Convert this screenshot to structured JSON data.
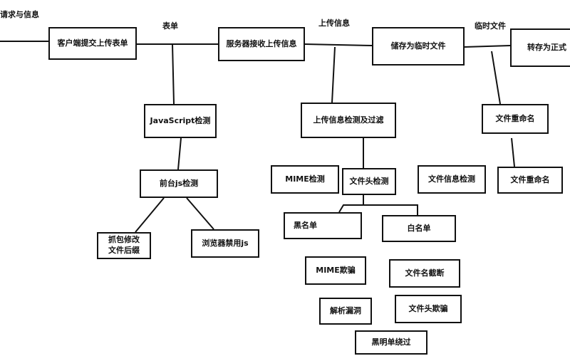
{
  "diagram": {
    "edge_labels": {
      "request_info": "请求与信息",
      "form": "表单",
      "upload_info": "上传信息",
      "temp_file": "临时文件"
    },
    "nodes": {
      "client_submit": "客户端提交上传表单",
      "server_receive": "服务器接收上传信息",
      "store_temp": "储存为临时文件",
      "save_formal": "转存为正式",
      "js_check": "JavaScript检测",
      "upload_check_filter": "上传信息检测及过滤",
      "file_rename_top": "文件重命名",
      "frontend_js_check": "前台js检测",
      "mime_check": "MIME检测",
      "file_header_check": "文件头检测",
      "file_info_check": "文件信息检测",
      "file_rename_bottom": "文件重命名",
      "capture_modify_ext": "抓包修改\n文件后缀",
      "browser_disable_js": "浏览器禁用js",
      "blacklist": "黑名单",
      "whitelist": "白名单",
      "mime_spoof": "MIME欺骗",
      "filename_truncation": "文件名截断",
      "parse_vuln": "解析漏洞",
      "file_header_spoof": "文件头欺骗",
      "blackwhite_bypass": "黑明单绕过"
    }
  }
}
